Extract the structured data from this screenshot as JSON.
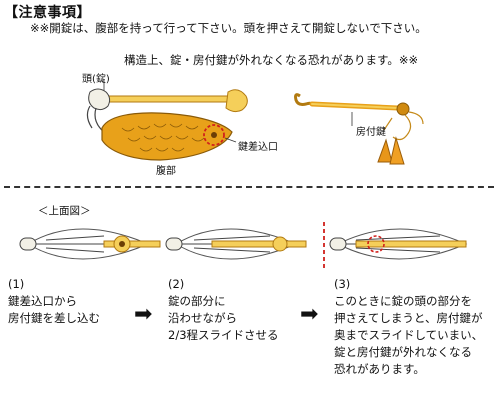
{
  "header": {
    "title": "【注意事項】",
    "notice_lines": [
      "※※開錠は、腹部を持って行って下さい。頭を押さえて開錠しないで下さい。",
      "構造上、錠・房付鍵が外れなくなる恐れがあります。※※"
    ]
  },
  "illustration": {
    "labels": {
      "head": "頭(錠)",
      "keyhole": "鍵差込口",
      "belly": "腹部",
      "tassel_key": "房付鍵"
    }
  },
  "instructions": {
    "top_view_label": "＜上面図＞",
    "steps": [
      {
        "number": "(1)",
        "lines": [
          "鍵差込口から",
          "房付鍵を差し込む"
        ]
      },
      {
        "number": "(2)",
        "lines": [
          "錠の部分に",
          "沿わせながら",
          "2/3程スライドさせる"
        ]
      },
      {
        "number": "(3)",
        "lines": [
          "このときに錠の頭の部分を",
          "押さえてしまうと、房付鍵が",
          "奥までスライドしていまい、",
          "錠と房付鍵が外れなくなる",
          "恐れがあります。"
        ]
      }
    ],
    "arrow_glyph": "➡"
  },
  "colors": {
    "gold": "#e8a11a",
    "gold_light": "#f5cf5a",
    "warning_red": "#d0201c",
    "line": "#333333"
  }
}
